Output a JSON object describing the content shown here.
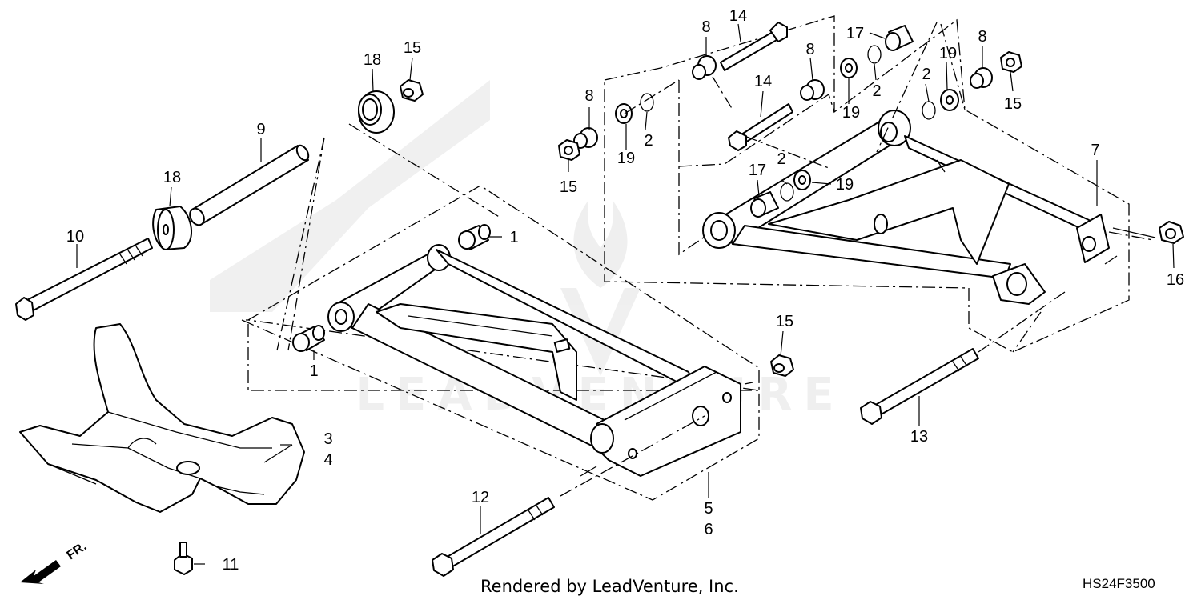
{
  "callouts": [
    {
      "id": "c1a",
      "text": "1"
    },
    {
      "id": "c1b",
      "text": "1"
    },
    {
      "id": "c2a",
      "text": "2"
    },
    {
      "id": "c2b",
      "text": "2"
    },
    {
      "id": "c2c",
      "text": "2"
    },
    {
      "id": "c2d",
      "text": "2"
    },
    {
      "id": "c3",
      "text": "3"
    },
    {
      "id": "c4",
      "text": "4"
    },
    {
      "id": "c5",
      "text": "5"
    },
    {
      "id": "c6",
      "text": "6"
    },
    {
      "id": "c7",
      "text": "7"
    },
    {
      "id": "c8a",
      "text": "8"
    },
    {
      "id": "c8b",
      "text": "8"
    },
    {
      "id": "c8c",
      "text": "8"
    },
    {
      "id": "c8d",
      "text": "8"
    },
    {
      "id": "c9",
      "text": "9"
    },
    {
      "id": "c10",
      "text": "10"
    },
    {
      "id": "c11",
      "text": "11"
    },
    {
      "id": "c12",
      "text": "12"
    },
    {
      "id": "c13",
      "text": "13"
    },
    {
      "id": "c14a",
      "text": "14"
    },
    {
      "id": "c14b",
      "text": "14"
    },
    {
      "id": "c15a",
      "text": "15"
    },
    {
      "id": "c15b",
      "text": "15"
    },
    {
      "id": "c15c",
      "text": "15"
    },
    {
      "id": "c15d",
      "text": "15"
    },
    {
      "id": "c16",
      "text": "16"
    },
    {
      "id": "c17a",
      "text": "17"
    },
    {
      "id": "c17b",
      "text": "17"
    },
    {
      "id": "c18a",
      "text": "18"
    },
    {
      "id": "c18b",
      "text": "18"
    },
    {
      "id": "c19a",
      "text": "19"
    },
    {
      "id": "c19b",
      "text": "19"
    },
    {
      "id": "c19c",
      "text": "19"
    },
    {
      "id": "c19d",
      "text": "19"
    }
  ],
  "footer": {
    "rendered_by": "Rendered by LeadVenture, Inc.",
    "diagram_code": "HS24F3500"
  },
  "direction_label": "FR.",
  "watermark": "LEADVENTURE"
}
